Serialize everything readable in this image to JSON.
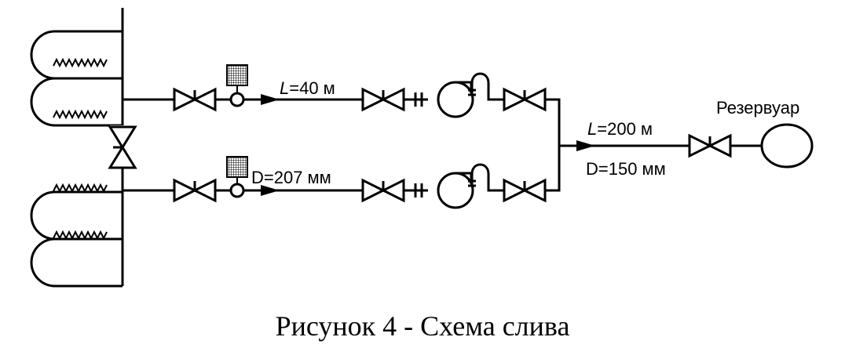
{
  "labels": {
    "l1_sym": "L",
    "l1_val": "=40 м",
    "d1": "D=207 мм",
    "l2_sym": "L",
    "l2_val": "=200 м",
    "d2": "D=150 мм",
    "tank": "Резервуар"
  },
  "caption": "Рисунок 4 - Схема слива"
}
